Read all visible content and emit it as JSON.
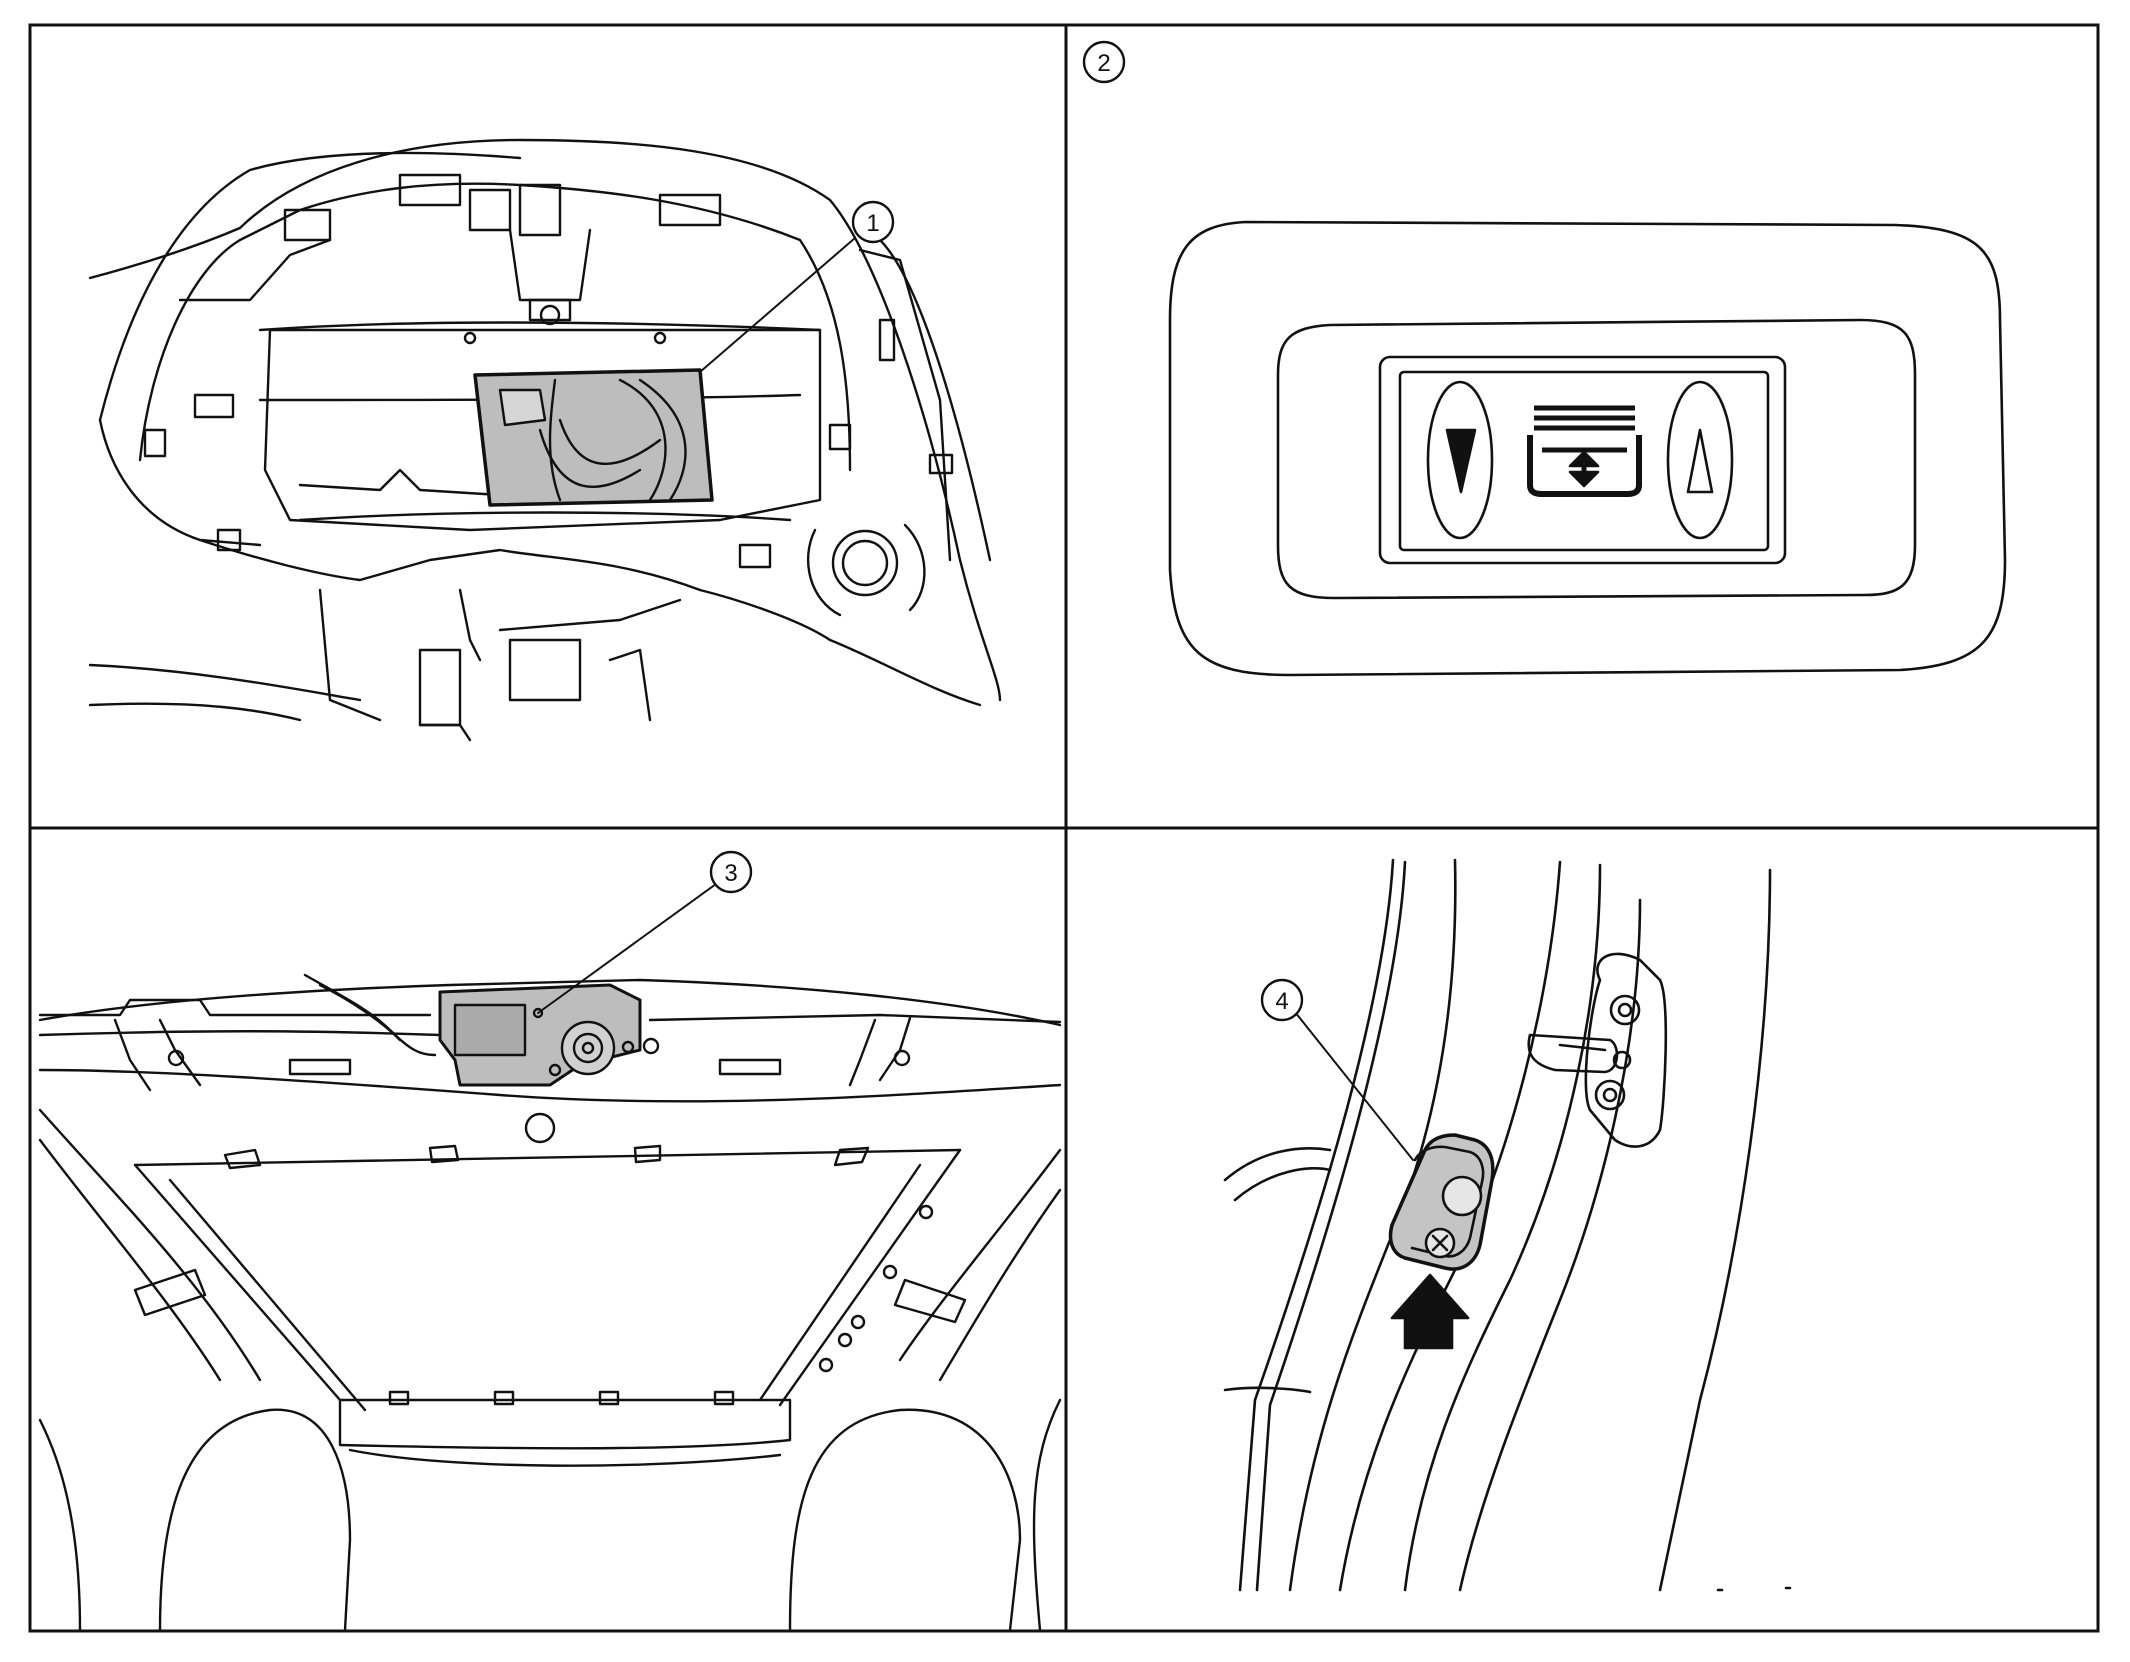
{
  "callouts": {
    "c1": "1",
    "c2": "2",
    "c3": "3",
    "c4": "4"
  },
  "colors": {
    "line": "#111111",
    "highlight": "#bdbdbd",
    "background": "#ffffff"
  },
  "icons": {
    "down_arrow": "filled-down-triangle-icon",
    "center": "sunshade-open-close-icon",
    "up_arrow": "outline-up-triangle-icon",
    "pointer": "arrow-up-icon"
  }
}
